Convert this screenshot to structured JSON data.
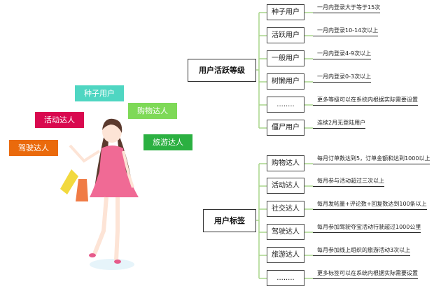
{
  "floating_tags": [
    {
      "label": "种子用户",
      "color": "#4fd6c2"
    },
    {
      "label": "购物达人",
      "color": "#7ed957"
    },
    {
      "label": "活动达人",
      "color": "#d9094f"
    },
    {
      "label": "旅游达人",
      "color": "#2bb041"
    },
    {
      "label": "驾驶达人",
      "color": "#ea6a0c"
    }
  ],
  "activity": {
    "title": "用户活跃等级",
    "items": [
      {
        "label": "种子用户",
        "desc": "一月内登录大于等于15次"
      },
      {
        "label": "活跃用户",
        "desc": "一月内登录10-14次以上"
      },
      {
        "label": "一般用户",
        "desc": "一月内登录4-9次以上"
      },
      {
        "label": "树懒用户",
        "desc": "一月内登录0-3次以上"
      },
      {
        "label": "........",
        "desc": "更多等级可以在系统内根据实际需要设置"
      },
      {
        "label": "僵尸用户",
        "desc": "连续2月无登陆用户"
      }
    ]
  },
  "tags": {
    "title": "用户标签",
    "items": [
      {
        "label": "购物达人",
        "desc": "每月订单数达到5，订单金额和达到1000以上"
      },
      {
        "label": "活动达人",
        "desc": "每月参与活动超过三次以上"
      },
      {
        "label": "社交达人",
        "desc": "每月发帖量+评论数+回复数达到100条以上"
      },
      {
        "label": "驾驶达人",
        "desc": "每月参加驾驶夺宝活动行驶超过1000公里"
      },
      {
        "label": "旅游达人",
        "desc": "每月参加线上组织的旅游活动3次以上"
      },
      {
        "label": "........",
        "desc": "更多标签可以在系统内根据实际需要设置"
      }
    ]
  },
  "connector_color": "#a8d68a"
}
